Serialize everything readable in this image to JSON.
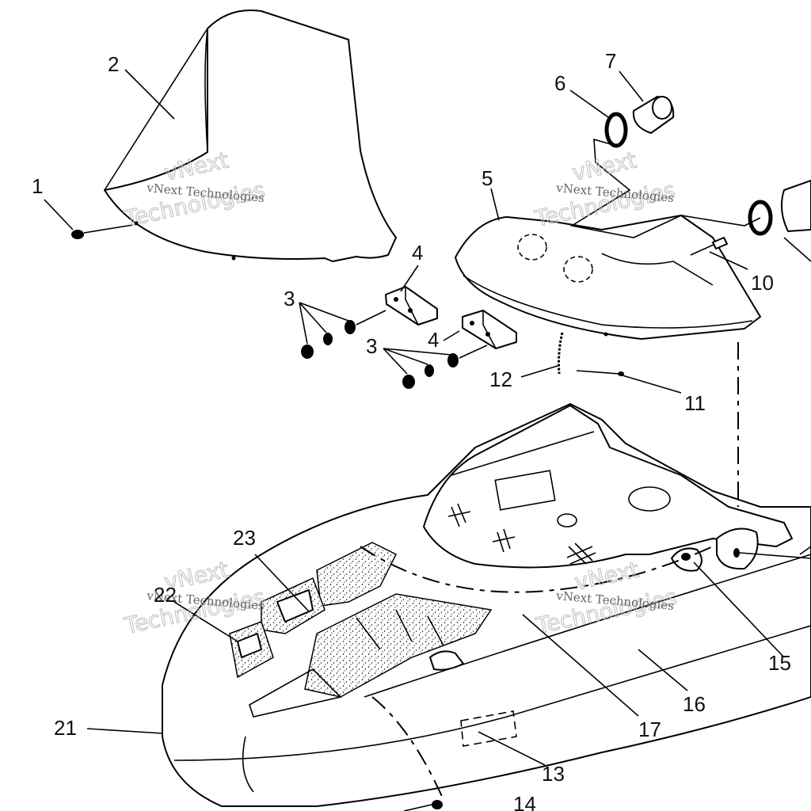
{
  "callouts": {
    "c1": "1",
    "c2": "2",
    "c3a": "3",
    "c3b": "3",
    "c4a": "4",
    "c4b": "4",
    "c5": "5",
    "c6": "6",
    "c7": "7",
    "c10": "10",
    "c11": "11",
    "c12": "12",
    "c13": "13",
    "c14": "14",
    "c15": "15",
    "c16": "16",
    "c17": "17",
    "c21": "21",
    "c22": "22",
    "c23": "23"
  },
  "watermarks": [
    {
      "company": "vNext Technologies",
      "line1": "vNext",
      "line2": "Technologies"
    },
    {
      "company": "vNext Technologies",
      "line1": "vNext",
      "line2": "Technologies"
    },
    {
      "company": "vNext Technologies",
      "line1": "vNext",
      "line2": "Technologies"
    },
    {
      "company": "vNext Technologies",
      "line1": "vNext",
      "line2": "Technologies"
    }
  ],
  "colors": {
    "ink": "#000000",
    "paper": "#ffffff",
    "watermark": "#bdbdbd"
  }
}
